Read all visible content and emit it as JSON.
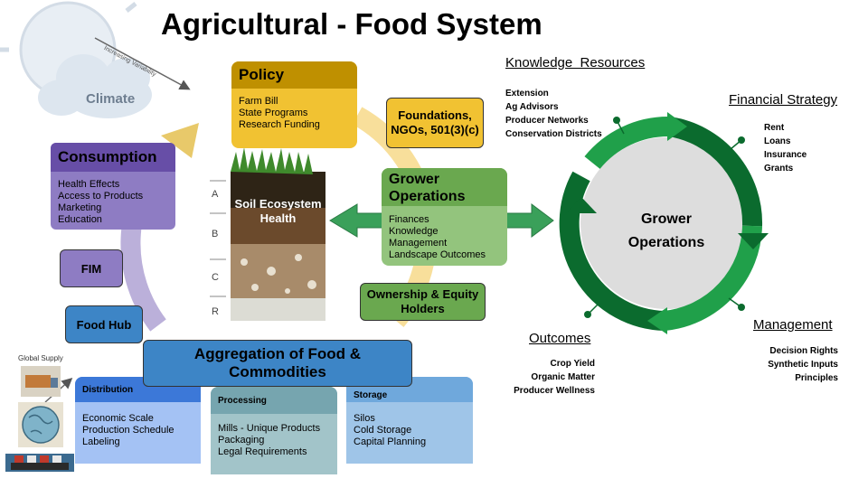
{
  "title": "Agricultural - Food System",
  "climate": {
    "label": "Climate",
    "arrow_label": "Increasing Variability"
  },
  "policy": {
    "title": "Policy",
    "items": [
      "Farm Bill",
      "State Programs",
      "Research Funding"
    ]
  },
  "foundations": {
    "label": "Foundations, NGOs, 501(3)(c)"
  },
  "consumption": {
    "title": "Consumption",
    "items": [
      "Health Effects",
      "Access to Products",
      "Marketing",
      "Education"
    ]
  },
  "fim": {
    "label": "FIM"
  },
  "food_hub": {
    "label": "Food Hub"
  },
  "soil": {
    "label": "Soil Ecosystem Health",
    "horizons": [
      "A",
      "B",
      "C",
      "R"
    ]
  },
  "grower_ops_box": {
    "title": "Grower Operations",
    "items": [
      "Finances",
      "Knowledge",
      "Management",
      "Landscape Outcomes"
    ]
  },
  "ownership": {
    "label": "Ownership & Equity Holders"
  },
  "aggregation": {
    "label": "Aggregation of Food & Commodities"
  },
  "global_supply": {
    "label": "Global Supply"
  },
  "distribution": {
    "title": "Distribution",
    "items": [
      "Economic Scale",
      "Production Schedule",
      "Labeling"
    ]
  },
  "processing": {
    "title": "Processing",
    "items": [
      "Mills - Unique Products",
      "Packaging",
      "Legal Requirements"
    ]
  },
  "storage": {
    "title": "Storage",
    "items": [
      "Silos",
      "Cold Storage",
      "Capital Planning"
    ]
  },
  "knowledge_resources": {
    "title": "Knowledge  Resources",
    "items": [
      "Extension",
      "Ag Advisors",
      "Producer Networks",
      "Conservation Districts"
    ]
  },
  "financial_strategy": {
    "title": "Financial Strategy",
    "items": [
      "Rent",
      "Loans",
      "Insurance",
      "Grants"
    ]
  },
  "grower_cycle": {
    "label": "Grower Operations"
  },
  "management": {
    "title": "Management",
    "items": [
      "Decision Rights",
      "Synthetic Inputs",
      "Principles"
    ]
  },
  "outcomes": {
    "title": "Outcomes",
    "items": [
      "Crop Yield",
      "Organic Matter",
      "Producer Wellness"
    ]
  },
  "colors": {
    "policy": "#f1c232",
    "policy_header": "#bf9000",
    "consumption": "#8e7cc3",
    "consumption_header": "#674ea7",
    "grower_light": "#93c47d",
    "grower_dark": "#6aa84f",
    "aggregation": "#3d85c6",
    "distribution": "#a4c2f4",
    "processing": "#a2c4c9",
    "storage": "#9fc5e8",
    "cycle_light": "#20a04a",
    "cycle_dark": "#0b6b2e"
  }
}
